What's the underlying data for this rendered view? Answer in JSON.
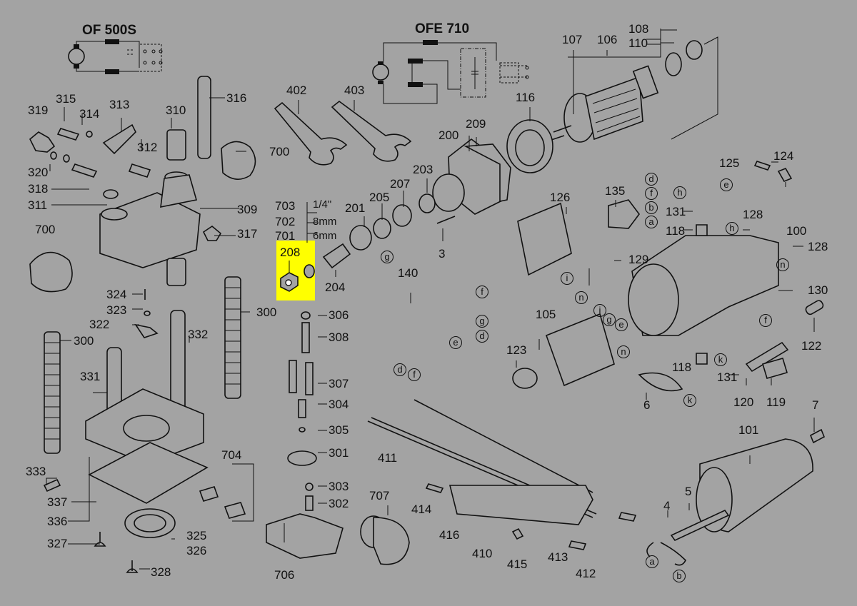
{
  "diagram": {
    "type": "exploded-parts-diagram",
    "background_color": "#a3a3a3",
    "highlight_color": "#ffff00",
    "highlighted_part": "208",
    "schematics": [
      {
        "id": "of500s",
        "title": "OF 500S"
      },
      {
        "id": "ofe710",
        "title": "OFE 710"
      }
    ],
    "part_labels": {
      "p107": "107",
      "p106": "106",
      "p108": "108",
      "p110": "110",
      "p402": "402",
      "p403": "403",
      "p116": "116",
      "p200": "200",
      "p209": "209",
      "p203": "203",
      "p207": "207",
      "p205": "205",
      "p201": "201",
      "p3": "3",
      "p703": "703",
      "p702": "702",
      "p701": "701",
      "s703": "1/4\"",
      "s702": "8mm",
      "s701": "6mm",
      "p208": "208",
      "p204": "204",
      "p140": "140",
      "p315": "315",
      "p314": "314",
      "p313": "313",
      "p319": "319",
      "p310": "310",
      "p316": "316",
      "p312": "312",
      "p700a": "700",
      "p700b": "700",
      "p320": "320",
      "p318": "318",
      "p311": "311",
      "p309": "309",
      "p317": "317",
      "p324": "324",
      "p323": "323",
      "p322": "322",
      "p332": "332",
      "p300a": "300",
      "p300b": "300",
      "p331": "331",
      "p306": "306",
      "p308": "308",
      "p307": "307",
      "p304": "304",
      "p305": "305",
      "p301": "301",
      "p303": "303",
      "p302": "302",
      "p333": "333",
      "p337": "337",
      "p336": "336",
      "p327": "327",
      "p325": "325",
      "p326": "326",
      "p328": "328",
      "p704": "704",
      "p411": "411",
      "p707": "707",
      "p706": "706",
      "p414": "414",
      "p416": "416",
      "p410": "410",
      "p415": "415",
      "p413": "413",
      "p412": "412",
      "p126": "126",
      "p135": "135",
      "p129": "129",
      "p105": "105",
      "p123": "123",
      "p125": "125",
      "p124": "124",
      "p131a": "131",
      "p131b": "131",
      "p128a": "128",
      "p128b": "128",
      "p118a": "118",
      "p118b": "118",
      "p100": "100",
      "p130": "130",
      "p122": "122",
      "p120": "120",
      "p119": "119",
      "p6": "6",
      "p7": "7",
      "p101": "101",
      "p5": "5",
      "p4": "4"
    },
    "connector_letters": {
      "c1": "d",
      "c2": "f",
      "c3": "b",
      "c4": "a",
      "c5": "h",
      "c6": "e",
      "c7": "h",
      "c8": "g",
      "c9": "d",
      "c10": "f",
      "c11": "e",
      "c12": "f",
      "c13": "g",
      "c14": "d",
      "c15": "i",
      "c16": "n",
      "c17": "i",
      "c18": "g",
      "c19": "e",
      "c20": "n",
      "c21": "n",
      "c22": "f",
      "c23": "k",
      "c24": "k",
      "c25": "a",
      "c26": "b"
    }
  }
}
